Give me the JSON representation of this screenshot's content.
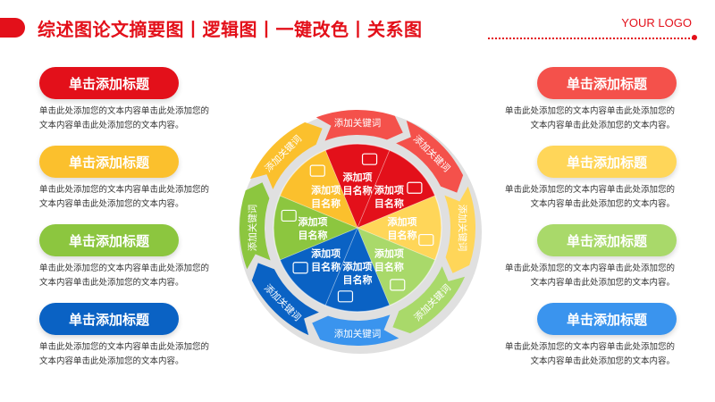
{
  "header": {
    "title": "综述图论文摘要图丨逻辑图丨一键改色丨关系图",
    "logo": "YOUR LOGO"
  },
  "colors": {
    "red": "#e3101a",
    "yellow": "#fbc02d",
    "green": "#8cc63f",
    "blue": "#0a62c4",
    "light_red": "#f4514b",
    "light_yellow": "#ffd659",
    "light_green": "#a9d96a",
    "light_blue": "#3a94ee"
  },
  "left_items": [
    {
      "title": "单击添加标题",
      "desc_line1": "单击此处添加您的文本内容单击此处添加您的",
      "desc_line2": "文本内容单击此处添加您的文本内容。"
    },
    {
      "title": "单击添加标题",
      "desc_line1": "单击此处添加您的文本内容单击此处添加您的",
      "desc_line2": "文本内容单击此处添加您的文本内容。"
    },
    {
      "title": "单击添加标题",
      "desc_line1": "单击此处添加您的文本内容单击此处添加您的",
      "desc_line2": "文本内容单击此处添加您的文本内容。"
    },
    {
      "title": "单击添加标题",
      "desc_line1": "单击此处添加您的文本内容单击此处添加您的",
      "desc_line2": "文本内容单击此处添加您的文本内容。"
    }
  ],
  "right_items": [
    {
      "title": "单击添加标题",
      "desc_line1": "单击此处添加您的文本内容单击此处添加您的",
      "desc_line2": "文本内容单击此处添加您的文本内容。"
    },
    {
      "title": "单击添加标题",
      "desc_line1": "单击此处添加您的文本内容单击此处添加您的",
      "desc_line2": "文本内容单击此处添加您的文本内容。"
    },
    {
      "title": "单击添加标题",
      "desc_line1": "单击此处添加您的文本内容单击此处添加您的",
      "desc_line2": "文本内容单击此处添加您的文本内容。"
    },
    {
      "title": "单击添加标题",
      "desc_line1": "单击此处添加您的文本内容单击此处添加您的",
      "desc_line2": "文本内容单击此处添加您的文本内容。"
    }
  ],
  "wheel": {
    "segments": [
      {
        "label_line1": "添加项",
        "label_line2": "目名称",
        "keyword": "添加关键词",
        "icon": "id-card-icon"
      },
      {
        "label_line1": "添加项",
        "label_line2": "目名称",
        "keyword": "添加关键词",
        "icon": "hand-money-icon"
      },
      {
        "label_line1": "添加项",
        "label_line2": "目名称",
        "keyword": "添加关键词",
        "icon": "brain-icon"
      },
      {
        "label_line1": "添加项",
        "label_line2": "目名称",
        "keyword": "添加关键词",
        "icon": "document-icon"
      },
      {
        "label_line1": "添加项",
        "label_line2": "目名称",
        "keyword": "添加关键词",
        "icon": "chat-icon"
      },
      {
        "label_line1": "添加项",
        "label_line2": "目名称",
        "keyword": "添加关键词",
        "icon": "chart-icon"
      },
      {
        "label_line1": "添加项",
        "label_line2": "目名称",
        "keyword": "添加关键词",
        "icon": "plant-icon"
      },
      {
        "label_line1": "添加项",
        "label_line2": "目名称",
        "keyword": "添加关键词",
        "icon": "rocket-icon"
      }
    ]
  }
}
